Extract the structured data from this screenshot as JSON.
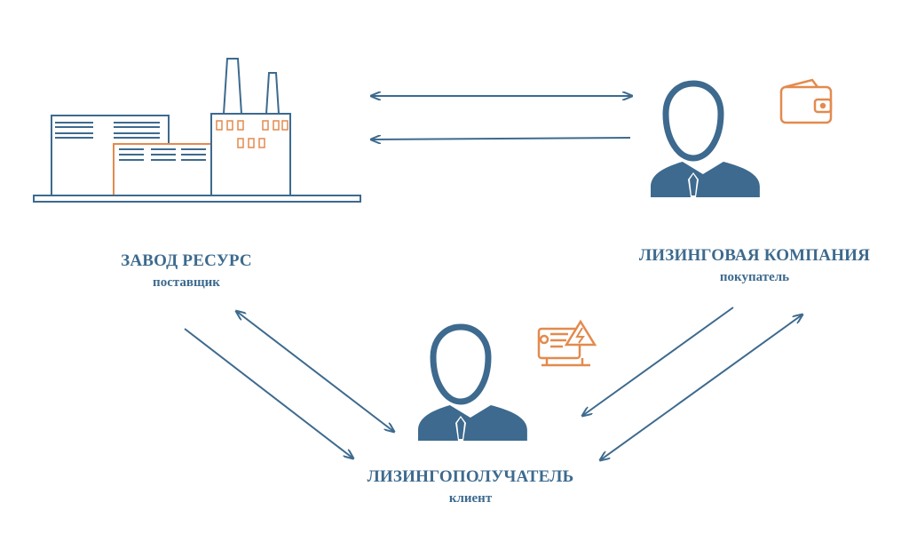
{
  "colors": {
    "primary": "#3d6a8e",
    "accent": "#e38a4e"
  },
  "nodes": {
    "factory": {
      "title": "ЗАВОД РЕСУРС",
      "subtitle": "поставщик",
      "icon": "factory-icon"
    },
    "leasing_company": {
      "title": "ЛИЗИНГОВАЯ КОМПАНИЯ",
      "subtitle": "покупатель",
      "icon": "businessman-icon",
      "badge_icon": "wallet-icon"
    },
    "client": {
      "title": "ЛИЗИНГОПОЛУЧАТЕЛЬ",
      "subtitle": "клиент",
      "icon": "businessman-icon",
      "badge_icon": "generator-icon"
    }
  },
  "edges": [
    {
      "from": "factory",
      "to": "leasing_company",
      "direction": "both"
    },
    {
      "from": "leasing_company",
      "to": "factory",
      "direction": "one-way"
    },
    {
      "from": "factory",
      "to": "client",
      "direction": "one-way"
    },
    {
      "from": "factory",
      "to": "client",
      "direction": "both"
    },
    {
      "from": "leasing_company",
      "to": "client",
      "direction": "one-way"
    },
    {
      "from": "leasing_company",
      "to": "client",
      "direction": "both"
    }
  ]
}
